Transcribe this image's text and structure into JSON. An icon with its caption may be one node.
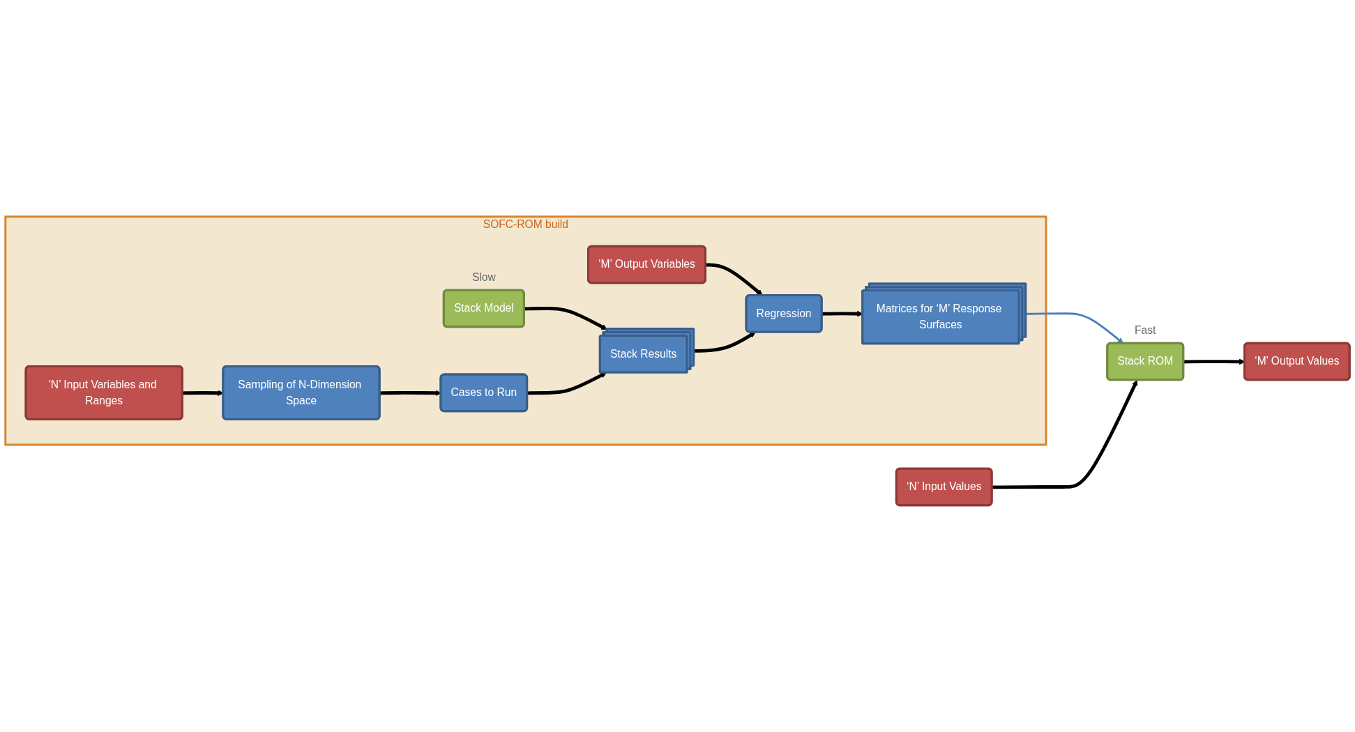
{
  "diagram": {
    "nodes": [
      {
        "text": [
          "SOFC-ROM build"
        ]
      },
      {
        "text": [
          "‘N’ Input Variables and Ranges"
        ],
        "in": 0
      },
      {
        "text": [
          "Stack Model"
        ],
        "in": 0,
        "beside": [
          "Slow"
        ]
      },
      {
        "text": [
          "‘M’ Output Variables"
        ],
        "in": 0
      },
      {
        "text": [
          "Sampling of N-Dimension Space"
        ],
        "in": 0
      },
      {
        "text": [
          "Cases to Run"
        ],
        "in": 0
      },
      {
        "text": [
          "Stack Results"
        ],
        "in": 0
      },
      {
        "text": [
          "Regression"
        ],
        "in": 0
      },
      {
        "text": [
          "Matrices for ‘M’ Response Surfaces"
        ],
        "in": 0
      },
      {
        "text": [
          "‘N’ Input Values"
        ]
      },
      {
        "text": [
          "Stack ROM"
        ],
        "beside": [
          "Fast"
        ]
      },
      {
        "text": [
          "‘M’ Output Values"
        ]
      }
    ],
    "edges": [
      {
        "from": 1,
        "to": 4,
        "arrow": "to"
      },
      {
        "from": 2,
        "to": 6,
        "arrow": "to"
      },
      {
        "from": 3,
        "to": 7,
        "arrow": "to"
      },
      {
        "from": 4,
        "to": 5,
        "arrow": "to"
      },
      {
        "from": 5,
        "to": 6,
        "arrow": "to"
      },
      {
        "from": 6,
        "to": 7,
        "arrow": "to"
      },
      {
        "from": 7,
        "to": 8,
        "arrow": "to"
      },
      {
        "from": 8,
        "to": 10,
        "arrow": "to",
        "color": "#4a7ebb"
      },
      {
        "from": 9,
        "to": 10,
        "arrow": "to"
      },
      {
        "from": 10,
        "to": 11,
        "arrow": "to"
      }
    ]
  }
}
